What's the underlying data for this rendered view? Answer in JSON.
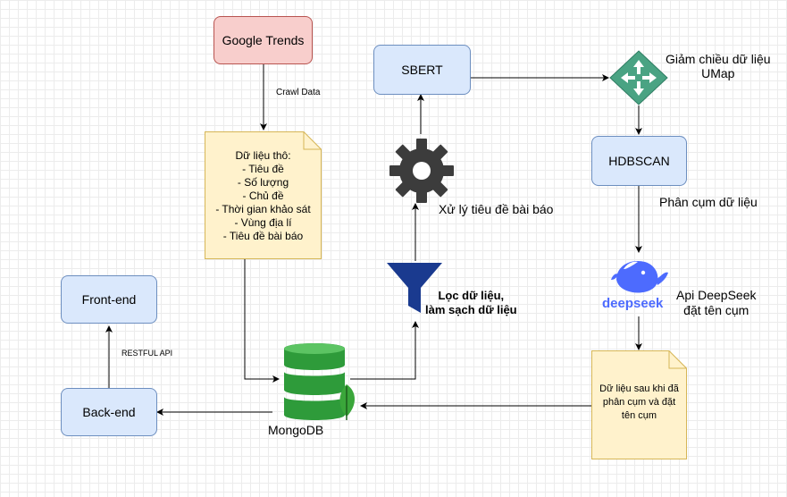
{
  "nodes": {
    "google_trends": "Google Trends",
    "crawl_data": "Crawl Data",
    "raw_data": {
      "title": "Dữ liệu thô:",
      "lines": [
        "- Tiêu đề",
        "- Số lượng",
        "- Chủ đề",
        "- Thời gian khảo sát",
        "- Vùng địa lí",
        "- Tiêu đề bài báo"
      ]
    },
    "sbert": "SBERT",
    "umap_label": [
      "Giảm chiều dữ liệu",
      "UMap"
    ],
    "hdbscan": "HDBSCAN",
    "cluster_label": "Phân cụm dữ liệu",
    "process_label": "Xử lý tiêu đề bài báo",
    "filter_label": [
      "Lọc dữ liệu,",
      "làm sạch dữ liệu"
    ],
    "deepseek_logo": "deepseek",
    "deepseek_label": [
      "Api DeepSeek",
      "đặt tên cụm"
    ],
    "clustered_note": [
      "Dữ liệu sau khi đã",
      "phân cụm và đặt",
      "tên cụm"
    ],
    "mongodb": "MongoDB",
    "frontend": "Front-end",
    "backend": "Back-end",
    "restful": "RESTFUL API"
  },
  "colors": {
    "blue_fill": "#dae8fc",
    "blue_stroke": "#6c8ebf",
    "red_fill": "#f8cecc",
    "red_stroke": "#b85450",
    "note_fill": "#fff2cc",
    "note_stroke": "#d6b656",
    "mongo_green": "#3aa63a",
    "filter_blue": "#1a3a8f",
    "deepseek_blue": "#4d6bfe"
  },
  "icons": [
    "gear-icon",
    "funnel-icon",
    "cylinder-icon",
    "mongodb-leaf-icon",
    "deepseek-whale-icon",
    "move-arrows-icon"
  ]
}
